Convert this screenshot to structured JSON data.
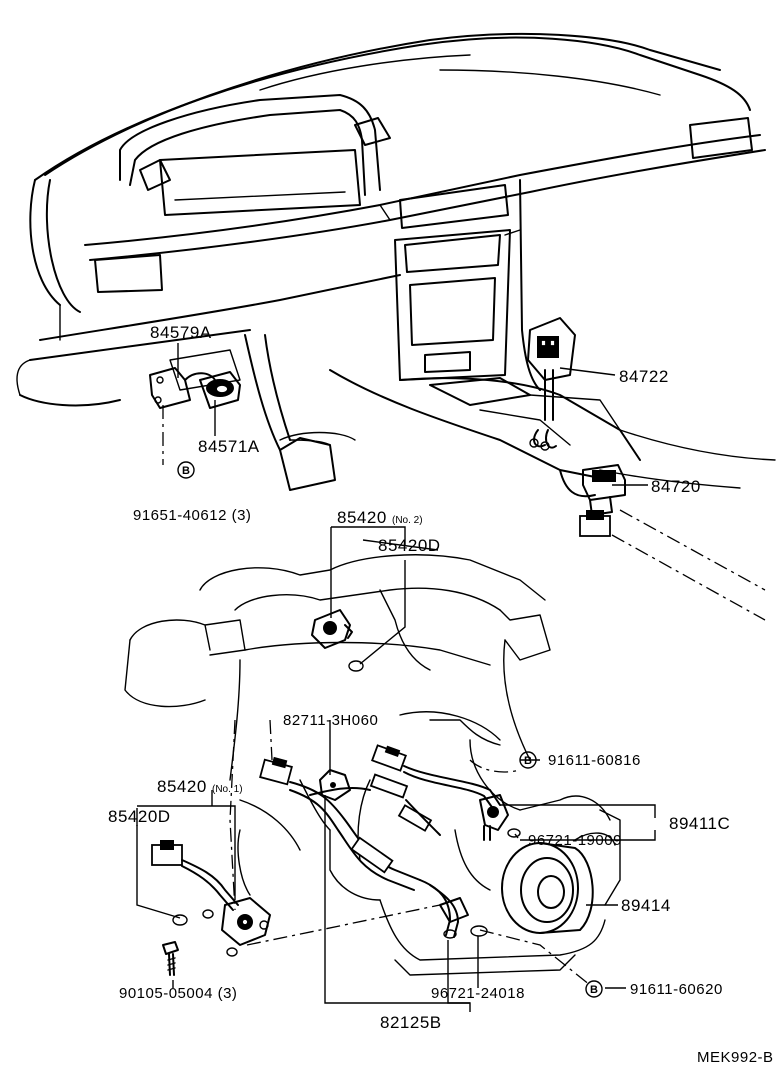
{
  "parts": {
    "p84579A": "84579A",
    "p84571A": "84571A",
    "p91651": "91651-40612 (3)",
    "p84722": "84722",
    "p84720": "84720",
    "p85420_no2": "85420",
    "p85420_no2_sub": "(No. 2)",
    "p85420D_top": "85420D",
    "p82711": "82711-3H060",
    "p91611": "91611-60816",
    "p85420_no1": "85420",
    "p85420_no1_sub": "(No. 1)",
    "p85420D_left": "85420D",
    "p89411C": "89411C",
    "p96721_19009": "96721-19009",
    "p89414": "89414",
    "p90105": "90105-05004 (3)",
    "p96721_24018": "96721-24018",
    "p91611_60620": "91611-60620",
    "p82125B": "82125B"
  },
  "bolt_marker": "B",
  "diagram_code": "MEK992-B"
}
